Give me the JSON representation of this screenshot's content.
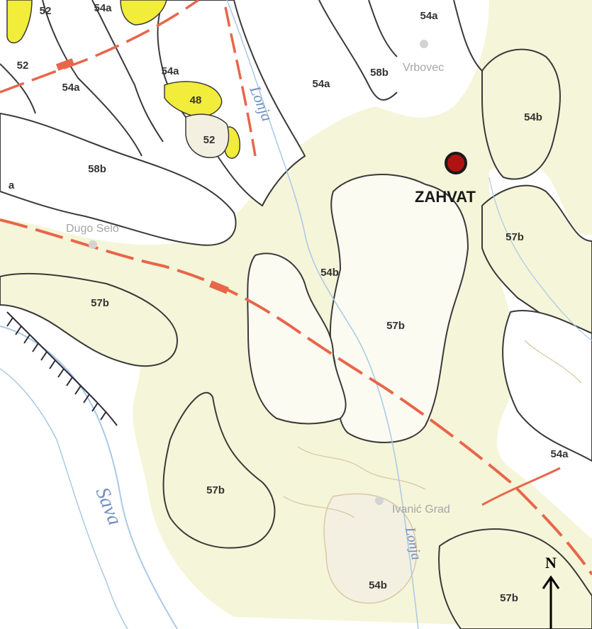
{
  "map": {
    "colors": {
      "background": "#ffffff",
      "terrace_fill": "#f5f5d9",
      "deposit_fill": "#f4f0e1",
      "clay_fill": "#f2f2d0",
      "yellow_unit": "#f2ec3a",
      "boundary": "#3a3a3a",
      "fault": "#e8664a",
      "river": "#a9c9e6",
      "contour": "#d9c8a6",
      "site_marker": "#b01212"
    },
    "unit_labels": [
      "52",
      "54a",
      "52",
      "54a",
      "48",
      "52",
      "54a",
      "58b",
      "54a",
      "54b",
      "58b",
      "a",
      "57b",
      "54b",
      "57b",
      "57b",
      "57b",
      "54a",
      "54b",
      "57b"
    ],
    "towns": [
      "Vrbovec",
      "Dugo Selo",
      "Ivanić Grad"
    ],
    "rivers": [
      "Lonja",
      "Sava",
      "Lonja"
    ],
    "site": {
      "label": "ZAHVAT",
      "icon": "site-marker-icon"
    },
    "north_arrow": {
      "label": "N",
      "icon": "north-arrow-icon"
    }
  }
}
